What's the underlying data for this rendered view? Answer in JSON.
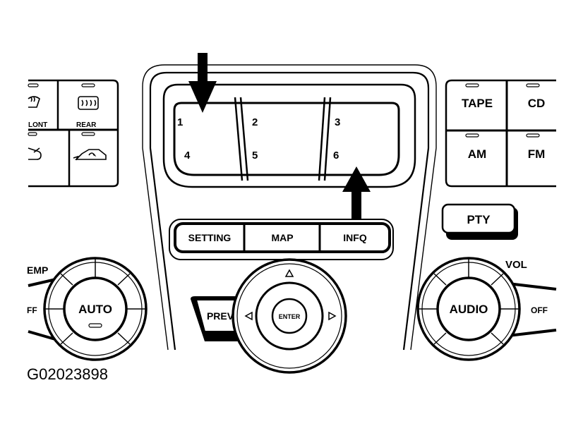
{
  "climate_panel": {
    "front_label": "LONT",
    "rear_label": "REAR",
    "temp_label": "EMP",
    "off_label": "FF",
    "auto_label": "AUTO"
  },
  "display": {
    "presets": [
      "1",
      "2",
      "3",
      "4",
      "5",
      "6"
    ]
  },
  "function_buttons": {
    "setting": "SETTING",
    "map": "MAP",
    "info": "INFQ"
  },
  "nav": {
    "prev": "PREV",
    "enter": "ENTER"
  },
  "audio_panel": {
    "tape": "TAPE",
    "cd": "CD",
    "am": "AM",
    "fm": "FM",
    "pty": "PTY",
    "vol": "VOL",
    "audio": "AUDIO",
    "off": "OFF"
  },
  "figure_id": "G02023898"
}
